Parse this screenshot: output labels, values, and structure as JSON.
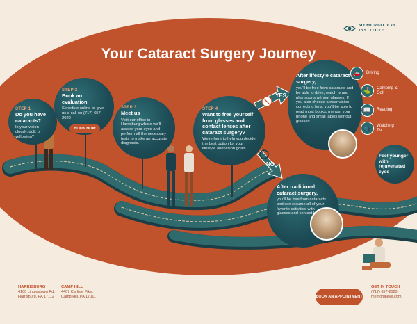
{
  "brand": {
    "line1": "MEMORIAL EYE",
    "line2": "INSTITUTE"
  },
  "title": "Your Cataract Surgery Journey",
  "steps": [
    {
      "label": "STEP 1",
      "heading": "Do you have cataracts?",
      "body": "Is your vision cloudy, dull, or yellowing?"
    },
    {
      "label": "STEP 2",
      "heading": "Book an evaluation",
      "body": "Schedule online or give us a call on (717) 657-2020",
      "button": "BOOK NOW"
    },
    {
      "label": "STEP 3",
      "heading": "Meet us",
      "body": "Visit our office in Harrisburg where we'll assess your eyes and perform all the necessary tests to make an accurate diagnosis."
    },
    {
      "label": "STEP 4",
      "heading": "Want to free yourself from glasses and contact lenses after cataract surgery?",
      "body": "We're here to help you decide the best option for your lifestyle and vision goals."
    }
  ],
  "branch_yes": "YES",
  "branch_no": "NO",
  "lifestyle": {
    "heading": "After lifestyle cataract surgery,",
    "body": "you'll be free from cataracts and be able to drive, watch tv and play sports without glasses. If you also choose a near vision correcting lens, you'll be able to read most books, menus, your phone and small labels without glasses."
  },
  "traditional": {
    "heading": "After traditional cataract surgery,",
    "body": "you'll be free from cataracts and can resume all of your favorite activities with glasses and contact lenses."
  },
  "activities": [
    {
      "icon": "car-icon",
      "glyph": "🚗",
      "label": "Driving"
    },
    {
      "icon": "golf-icon",
      "glyph": "⛳",
      "label": "Camping & Golf"
    },
    {
      "icon": "book-icon",
      "glyph": "📖",
      "label": "Reading"
    },
    {
      "icon": "tv-icon",
      "glyph": "📺",
      "label": "Watching TV"
    }
  ],
  "feel": "Feel younger with rejuvenated eyes",
  "footer": {
    "harrisburg": {
      "title": "HARRISBURG",
      "line1": "4100 Linglestown Rd,",
      "line2": "Harrisburg, PA 17112"
    },
    "camphill": {
      "title": "CAMP HILL",
      "line1": "4407 Carlisle Pike,",
      "line2": "Camp Hill, PA 17011"
    },
    "book": "BOOK AN APPOINTMENT",
    "contact": {
      "title": "GET IN TOUCH",
      "phone": "(717) 657-2020",
      "site": "memorialeye.com"
    }
  },
  "colors": {
    "accent": "#c0522c",
    "teal": "#1d4b55",
    "road": "#2f6a6d",
    "cream": "#f6ebdf"
  }
}
